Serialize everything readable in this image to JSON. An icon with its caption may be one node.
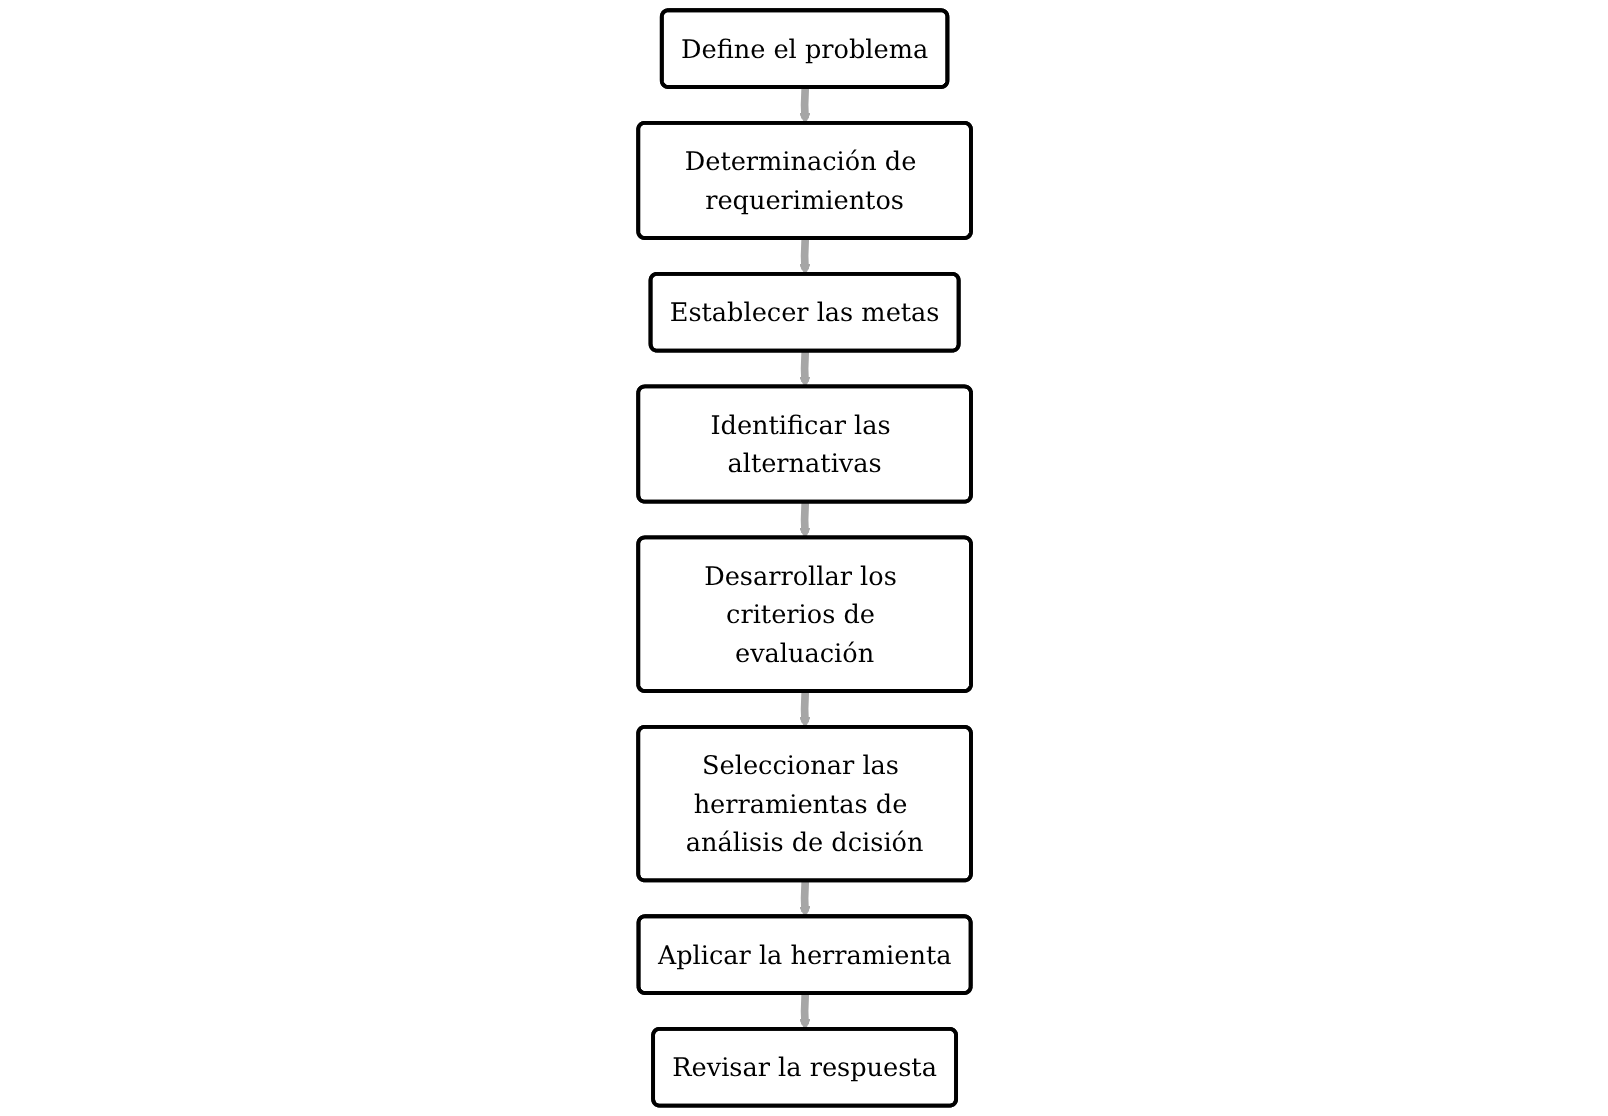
{
  "diagram": {
    "nodes": [
      {
        "text": [
          "Define el problema"
        ]
      },
      {
        "text": [
          "Determinación de requerimientos"
        ]
      },
      {
        "text": [
          "Establecer las metas"
        ]
      },
      {
        "text": [
          "Identificar las alternativas"
        ]
      },
      {
        "text": [
          "Desarrollar los criterios de evaluación"
        ]
      },
      {
        "text": [
          "Seleccionar las herramientas de análisis de dcisión"
        ]
      },
      {
        "text": [
          "Aplicar la herramienta"
        ]
      },
      {
        "text": [
          "Revisar la respuesta"
        ]
      }
    ],
    "edges": [
      {
        "from": 0,
        "to": 1,
        "arrow": "to"
      },
      {
        "from": 1,
        "to": 2,
        "arrow": "to"
      },
      {
        "from": 2,
        "to": 3,
        "arrow": "to"
      },
      {
        "from": 3,
        "to": 4,
        "arrow": "to"
      },
      {
        "from": 4,
        "to": 5,
        "arrow": "to"
      },
      {
        "from": 5,
        "to": 6,
        "arrow": "to"
      },
      {
        "from": 6,
        "to": 7,
        "arrow": "to"
      }
    ]
  }
}
